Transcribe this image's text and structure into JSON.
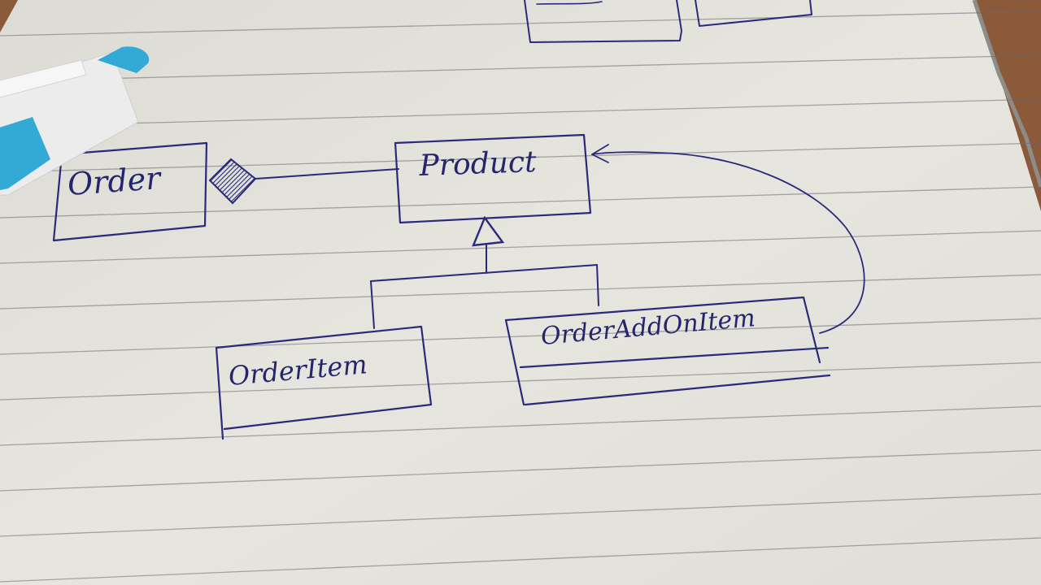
{
  "diagram": {
    "type": "uml-class-diagram",
    "medium": "handwritten-on-ruled-paper",
    "colors": {
      "ink": "#2a2a7a",
      "paper": "#e4e3dc",
      "ruled_line": "#6c6a72",
      "table_edge": "#8a5a3a",
      "pen_cap": "#33a9d6",
      "pen_body": "#eeeeee"
    },
    "classes": {
      "order": "Order",
      "product": "Product",
      "order_item": "OrderItem",
      "order_add_on_item": "OrderAddOnItem"
    },
    "relationships": [
      {
        "from": "Order",
        "to": "Product",
        "kind": "composition"
      },
      {
        "from": "OrderItem",
        "to": "Product",
        "kind": "generalization"
      },
      {
        "from": "OrderAddOnItem",
        "to": "Product",
        "kind": "generalization"
      },
      {
        "from": "OrderAddOnItem",
        "to": "Product",
        "kind": "association"
      }
    ]
  }
}
